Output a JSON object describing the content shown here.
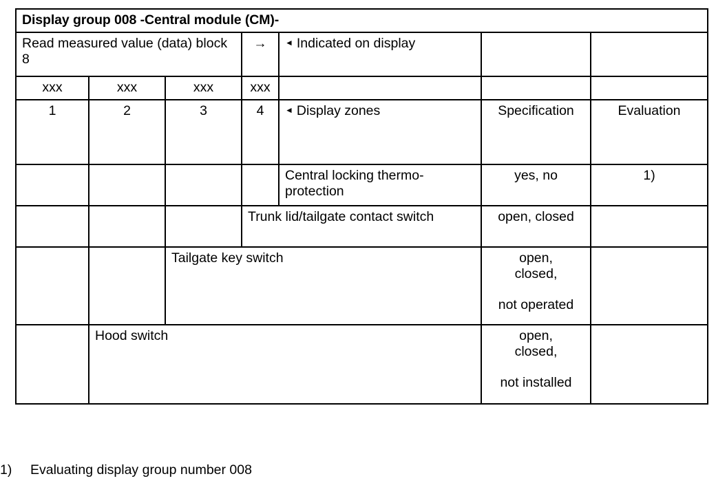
{
  "table": {
    "title": "Display group 008 -Central module (CM)-",
    "read_instruction": "Read measured value (data) block 8",
    "arrow_glyph": "→",
    "triangle_glyph": "◄",
    "indicated_on_display": "Indicated on display",
    "display_zones": "Display zones",
    "zone_placeholder": "xxx",
    "zone_placeholders": [
      "xxx",
      "xxx",
      "xxx",
      "xxx"
    ],
    "zone_numbers": [
      "1",
      "2",
      "3",
      "4"
    ],
    "col_headers": {
      "specification": "Specification",
      "evaluation": "Evaluation"
    },
    "rows": [
      {
        "label": "Central locking thermo-protection",
        "specification": "yes, no",
        "evaluation": "1)"
      },
      {
        "label": "Trunk lid/tailgate contact switch",
        "specification": "open, closed",
        "evaluation": ""
      },
      {
        "label": "Tailgate key switch",
        "specification": "open,\nclosed,\n\nnot operated",
        "evaluation": ""
      },
      {
        "label": "Hood switch",
        "specification": "open,\nclosed,\n\nnot installed",
        "evaluation": ""
      }
    ]
  },
  "footnote": {
    "marker": "1)",
    "text": "Evaluating display group number 008"
  }
}
